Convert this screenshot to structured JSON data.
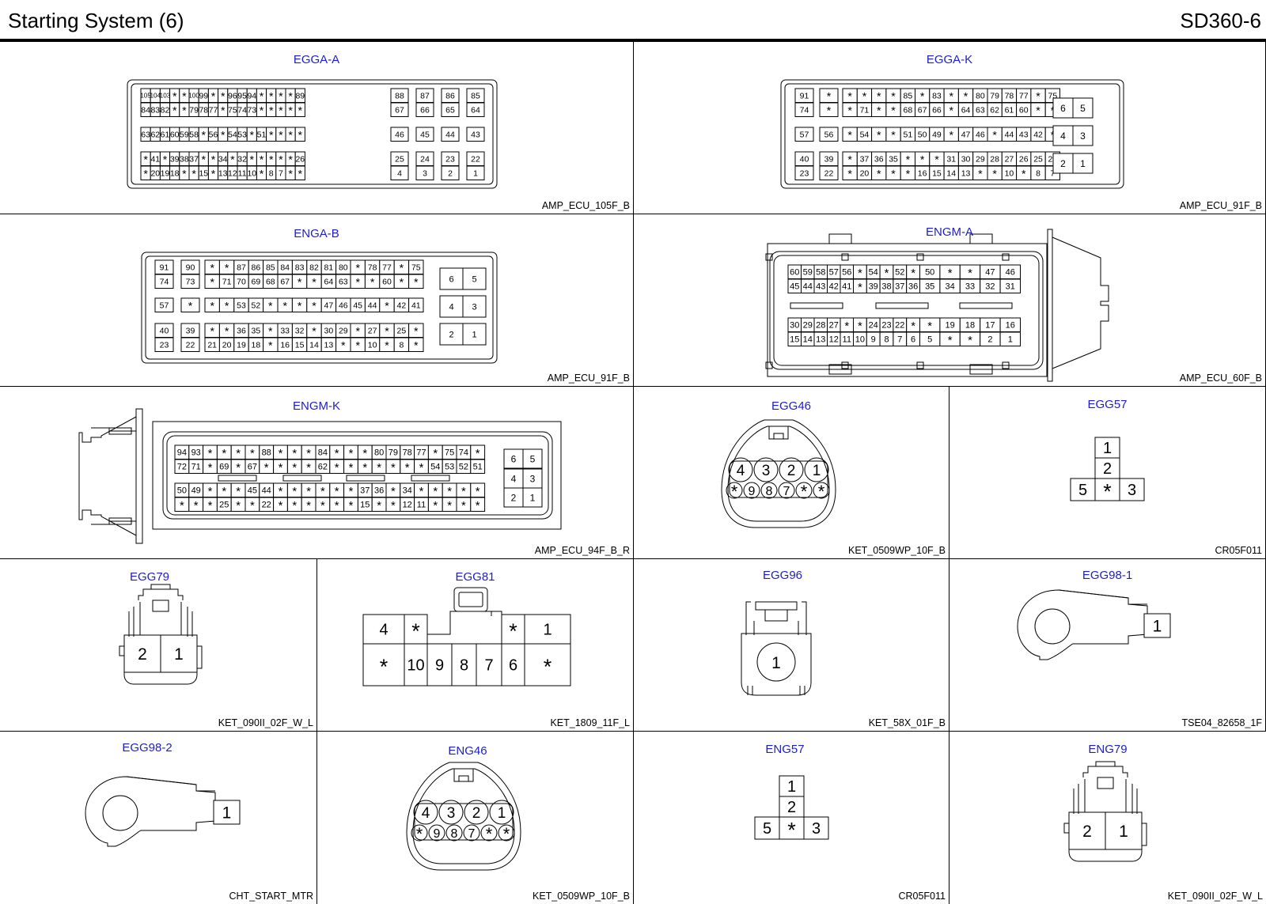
{
  "header": {
    "title": "Starting System (6)",
    "code": "SD360-6"
  },
  "connectors": [
    {
      "name": "EGGA-A",
      "part": "AMP_ECU_105F_B"
    },
    {
      "name": "EGGA-K",
      "part": "AMP_ECU_91F_B"
    },
    {
      "name": "ENGA-B",
      "part": "AMP_ECU_91F_B"
    },
    {
      "name": "ENGM-A",
      "part": "AMP_ECU_60F_B"
    },
    {
      "name": "ENGM-K",
      "part": "AMP_ECU_94F_B_R"
    },
    {
      "name": "EGG46",
      "part": "KET_0509WP_10F_B"
    },
    {
      "name": "EGG57",
      "part": "CR05F011"
    },
    {
      "name": "EGG79",
      "part": "KET_090II_02F_W_L"
    },
    {
      "name": "EGG81",
      "part": "KET_1809_11F_L"
    },
    {
      "name": "EGG96",
      "part": "KET_58X_01F_B"
    },
    {
      "name": "EGG98-1",
      "part": "TSE04_82658_1F"
    },
    {
      "name": "EGG98-2",
      "part": "CHT_START_MTR"
    },
    {
      "name": "ENG46",
      "part": "KET_0509WP_10F_B"
    },
    {
      "name": "ENG57",
      "part": "CR05F011"
    },
    {
      "name": "ENG79",
      "part": "KET_090II_02F_W_L"
    }
  ],
  "pins": {
    "egga_a": [
      [
        "105",
        "104",
        "103",
        "*",
        "*",
        "100",
        "99",
        "*",
        "*",
        "96",
        "95",
        "94",
        "*",
        "*",
        "*",
        "*",
        "89"
      ],
      [
        "84",
        "83",
        "82",
        "*",
        "*",
        "79",
        "78",
        "77",
        "*",
        "75",
        "74",
        "73",
        "*",
        "*",
        "*",
        "*",
        "*"
      ],
      [
        "63",
        "62",
        "61",
        "60",
        "59",
        "58",
        "*",
        "56",
        "*",
        "54",
        "53",
        "*",
        "51",
        "*",
        "*",
        "*",
        "*"
      ],
      [
        "*",
        "41",
        "*",
        "39",
        "38",
        "37",
        "*",
        "*",
        "34",
        "*",
        "32",
        "*",
        "*",
        "*",
        "*",
        "*",
        "26"
      ],
      [
        "*",
        "20",
        "19",
        "18",
        "*",
        "*",
        "15",
        "*",
        "13",
        "12",
        "11",
        "10",
        "*",
        "8",
        "7",
        "*",
        "*"
      ]
    ],
    "egga_a_right": [
      [
        "88",
        "87",
        "86",
        "85"
      ],
      [
        "67",
        "66",
        "65",
        "64"
      ],
      [
        "46",
        "45",
        "44",
        "43"
      ],
      [
        "25",
        "24",
        "23",
        "22"
      ],
      [
        "4",
        "3",
        "2",
        "1"
      ]
    ],
    "egga_k_left": [
      [
        "91",
        "*"
      ],
      [
        "74",
        "*"
      ],
      [
        "57",
        "56"
      ],
      [
        "40",
        "39"
      ],
      [
        "23",
        "22"
      ]
    ],
    "egga_k_main": [
      [
        "*",
        "*",
        "*",
        "*",
        "85",
        "*",
        "83",
        "*",
        "*",
        "80",
        "79",
        "78",
        "77",
        "*",
        "75"
      ],
      [
        "*",
        "71",
        "*",
        "*",
        "68",
        "67",
        "66",
        "*",
        "64",
        "63",
        "62",
        "61",
        "60",
        "*",
        "*"
      ],
      [
        "*",
        "54",
        "*",
        "*",
        "51",
        "50",
        "49",
        "*",
        "47",
        "46",
        "*",
        "44",
        "43",
        "42",
        "*"
      ],
      [
        "*",
        "37",
        "36",
        "35",
        "*",
        "*",
        "*",
        "31",
        "30",
        "29",
        "28",
        "27",
        "26",
        "25",
        "24"
      ],
      [
        "*",
        "20",
        "*",
        "*",
        "*",
        "16",
        "15",
        "14",
        "13",
        "*",
        "*",
        "10",
        "*",
        "8",
        "7"
      ]
    ],
    "egga_k_right": [
      [
        "6",
        "5"
      ],
      [
        "4",
        "3"
      ],
      [
        "2",
        "1"
      ]
    ],
    "enga_b_left": [
      [
        "91",
        "90"
      ],
      [
        "74",
        "73"
      ],
      [
        "57",
        "*"
      ],
      [
        "40",
        "39"
      ],
      [
        "23",
        "22"
      ]
    ],
    "enga_b_main": [
      [
        "*",
        "*",
        "87",
        "86",
        "85",
        "84",
        "83",
        "82",
        "81",
        "80",
        "*",
        "78",
        "77",
        "*",
        "75"
      ],
      [
        "*",
        "71",
        "70",
        "69",
        "68",
        "67",
        "*",
        "*",
        "64",
        "63",
        "*",
        "*",
        "60",
        "*",
        "*"
      ],
      [
        "*",
        "*",
        "53",
        "52",
        "*",
        "*",
        "*",
        "*",
        "47",
        "46",
        "45",
        "44",
        "*",
        "42",
        "41"
      ],
      [
        "*",
        "*",
        "36",
        "35",
        "*",
        "33",
        "32",
        "*",
        "30",
        "29",
        "*",
        "27",
        "*",
        "25",
        "*"
      ],
      [
        "21",
        "20",
        "19",
        "18",
        "*",
        "16",
        "15",
        "14",
        "13",
        "*",
        "*",
        "10",
        "*",
        "8",
        "*"
      ]
    ],
    "enga_b_right": [
      [
        "6",
        "5"
      ],
      [
        "4",
        "3"
      ],
      [
        "2",
        "1"
      ]
    ],
    "engm_a": [
      [
        "60",
        "59",
        "58",
        "57",
        "56",
        "*",
        "54",
        "*",
        "52",
        "*",
        "50",
        "*",
        "*",
        "47",
        "46"
      ],
      [
        "45",
        "44",
        "43",
        "42",
        "41",
        "*",
        "39",
        "38",
        "37",
        "36",
        "35",
        "34",
        "33",
        "32",
        "31"
      ],
      [
        "30",
        "29",
        "28",
        "27",
        "*",
        "*",
        "24",
        "23",
        "22",
        "*",
        "*",
        "19",
        "18",
        "17",
        "16"
      ],
      [
        "15",
        "14",
        "13",
        "12",
        "11",
        "10",
        "9",
        "8",
        "7",
        "6",
        "5",
        "*",
        "*",
        "2",
        "1"
      ]
    ],
    "engm_k": [
      [
        "94",
        "93",
        "*",
        "*",
        "*",
        "*",
        "88",
        "*",
        "*",
        "*",
        "84",
        "*",
        "*",
        "*",
        "80",
        "79",
        "78",
        "77",
        "*",
        "75",
        "74",
        "*"
      ],
      [
        "72",
        "71",
        "*",
        "69",
        "*",
        "67",
        "*",
        "*",
        "*",
        "*",
        "62",
        "*",
        "*",
        "*",
        "*",
        "*",
        "*",
        "*",
        "54",
        "53",
        "52",
        "51"
      ],
      [
        "50",
        "49",
        "*",
        "*",
        "*",
        "45",
        "44",
        "*",
        "*",
        "*",
        "*",
        "*",
        "*",
        "37",
        "36",
        "*",
        "34",
        "*",
        "*",
        "*",
        "*",
        "*"
      ],
      [
        "*",
        "*",
        "*",
        "25",
        "*",
        "*",
        "22",
        "*",
        "*",
        "*",
        "*",
        "*",
        "*",
        "15",
        "*",
        "*",
        "12",
        "11",
        "*",
        "*",
        "*",
        "*"
      ]
    ],
    "engm_k_right": [
      [
        "6",
        "5"
      ],
      [
        "4",
        "3"
      ],
      [
        "2",
        "1"
      ]
    ],
    "kw10": [
      [
        "4",
        "3",
        "2",
        "1"
      ],
      [
        "*",
        "9",
        "8",
        "7",
        "*",
        "*"
      ]
    ],
    "cr05": {
      "top": "1",
      "mid": "2",
      "bottom": [
        "5",
        "*",
        "3"
      ]
    },
    "two_pin": [
      "2",
      "1"
    ],
    "egg81": [
      [
        "4",
        "*",
        "*",
        "1"
      ],
      [
        "*",
        "10",
        "9",
        "8",
        "7",
        "6",
        "*"
      ]
    ],
    "single": "1"
  }
}
